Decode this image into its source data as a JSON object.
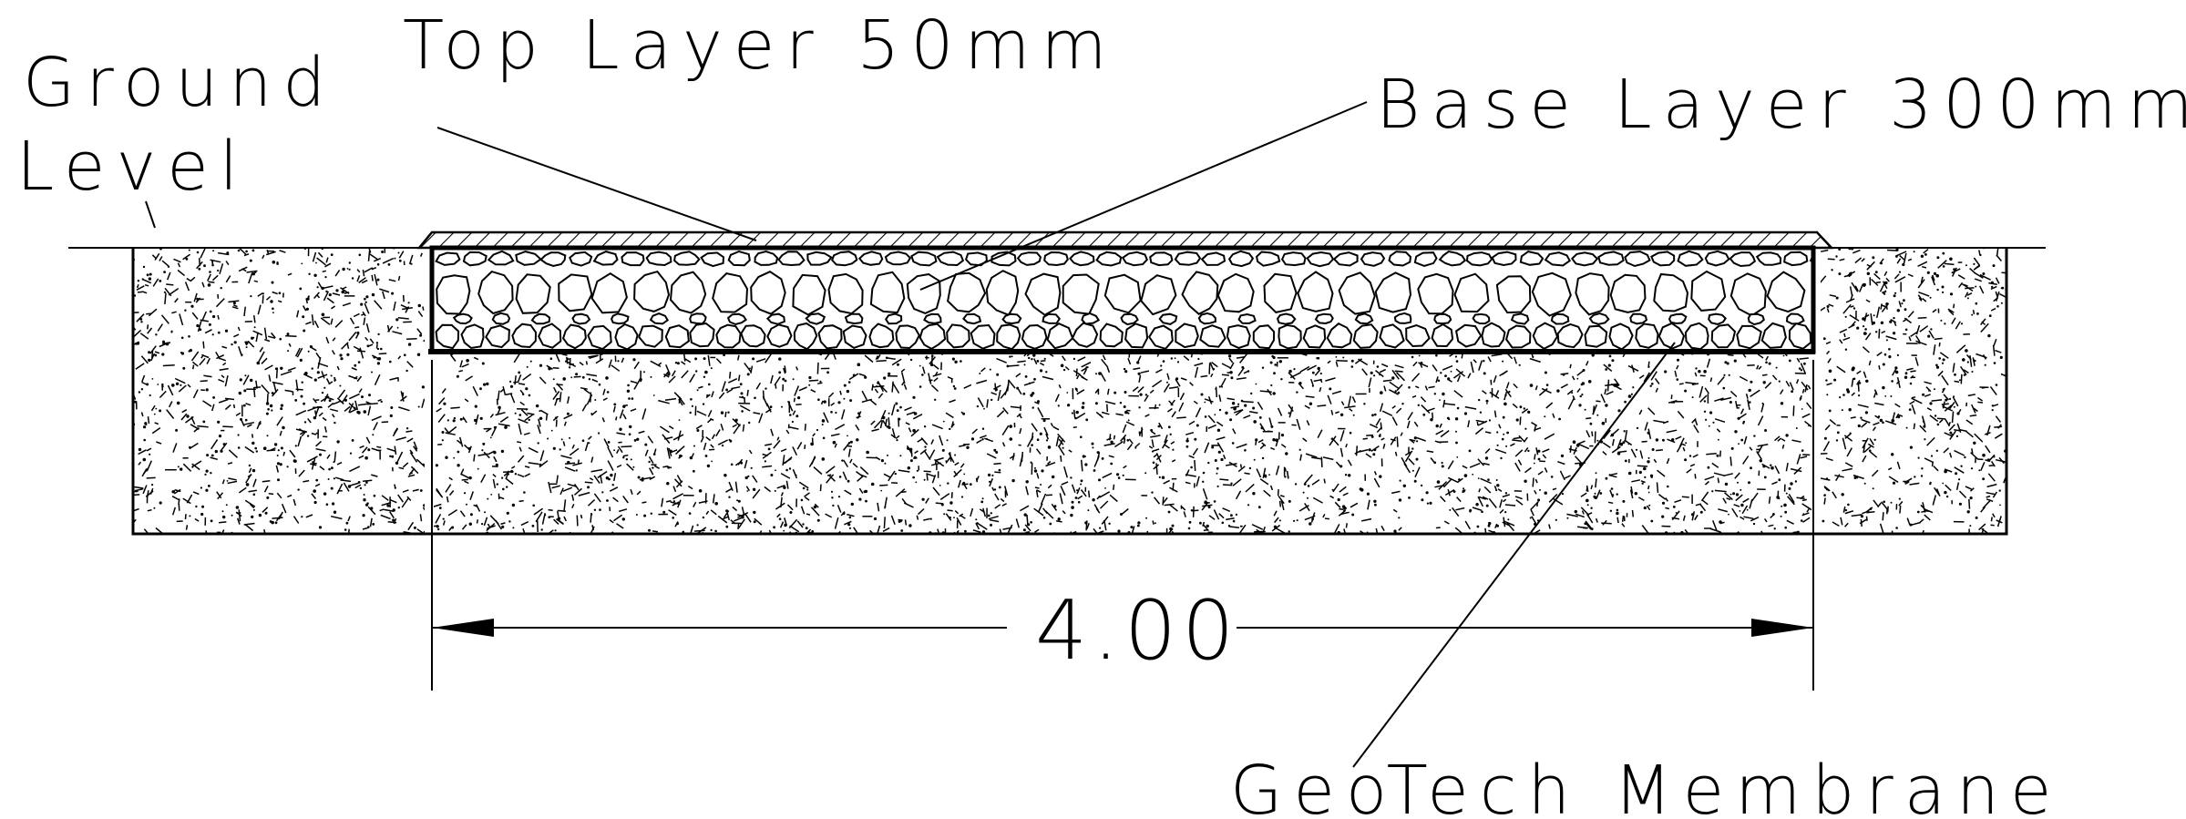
{
  "labels": {
    "ground_level_line1": "Ground",
    "ground_level_line2": "Level",
    "top_layer": "Top Layer 50mm",
    "base_layer": "Base Layer 300mm",
    "membrane": "GeoTech Membrane",
    "width_dimension": "4.00"
  },
  "colors": {
    "line": "#000000",
    "background": "#ffffff"
  }
}
